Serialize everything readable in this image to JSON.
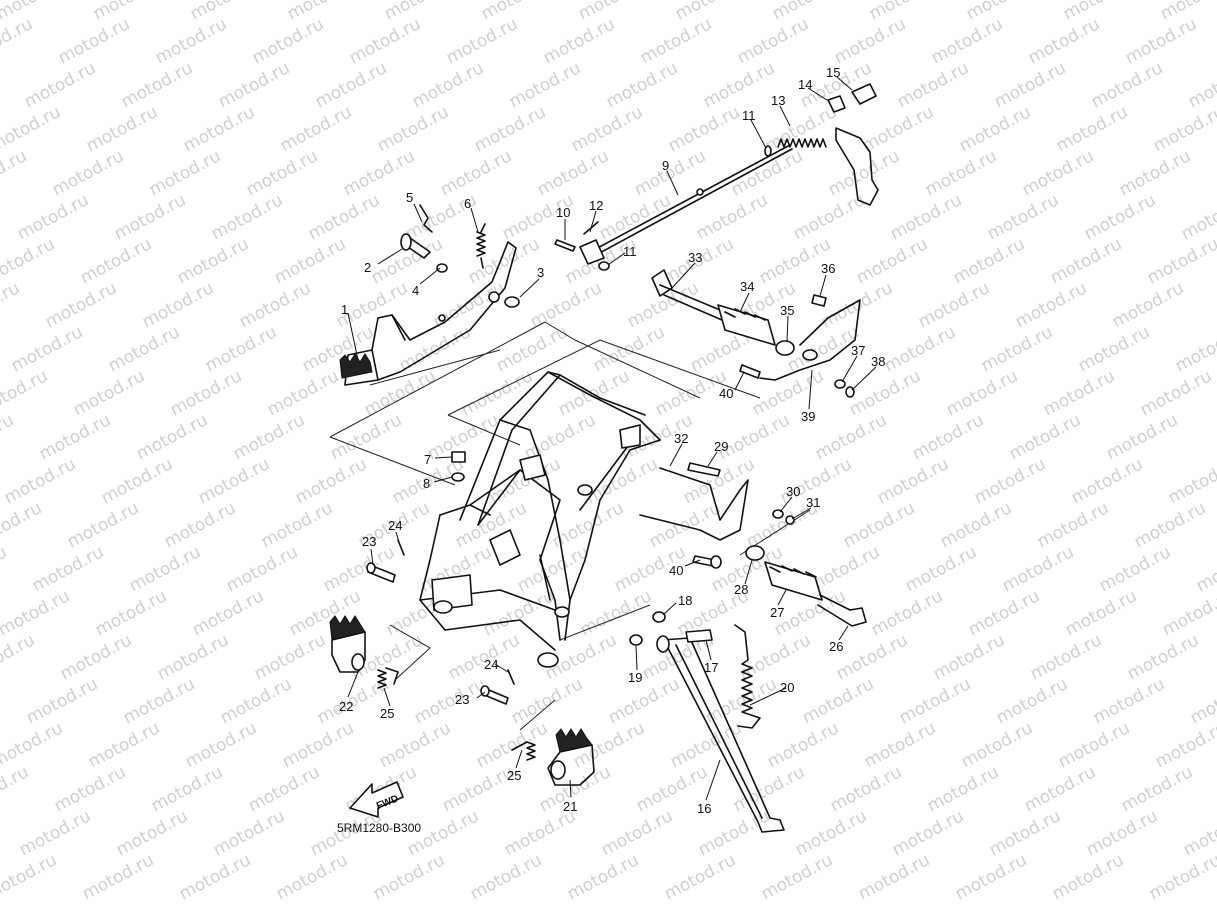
{
  "watermark": "motod.ru",
  "diagram_code": "5RM1280-B300",
  "fwd_label": "FWD",
  "callouts": [
    {
      "id": "p1",
      "label": "1"
    },
    {
      "id": "p2",
      "label": "2"
    },
    {
      "id": "p3",
      "label": "3"
    },
    {
      "id": "p4",
      "label": "4"
    },
    {
      "id": "p5",
      "label": "5"
    },
    {
      "id": "p6",
      "label": "6"
    },
    {
      "id": "p7",
      "label": "7"
    },
    {
      "id": "p8",
      "label": "8"
    },
    {
      "id": "p9",
      "label": "9"
    },
    {
      "id": "p10",
      "label": "10"
    },
    {
      "id": "p11a",
      "label": "11"
    },
    {
      "id": "p11b",
      "label": "11"
    },
    {
      "id": "p12",
      "label": "12"
    },
    {
      "id": "p13",
      "label": "13"
    },
    {
      "id": "p14",
      "label": "14"
    },
    {
      "id": "p15",
      "label": "15"
    },
    {
      "id": "p16",
      "label": "16"
    },
    {
      "id": "p17",
      "label": "17"
    },
    {
      "id": "p18",
      "label": "18"
    },
    {
      "id": "p19",
      "label": "19"
    },
    {
      "id": "p20",
      "label": "20"
    },
    {
      "id": "p21",
      "label": "21"
    },
    {
      "id": "p22",
      "label": "22"
    },
    {
      "id": "p23a",
      "label": "23"
    },
    {
      "id": "p23b",
      "label": "23"
    },
    {
      "id": "p24a",
      "label": "24"
    },
    {
      "id": "p24b",
      "label": "24"
    },
    {
      "id": "p25a",
      "label": "25"
    },
    {
      "id": "p25b",
      "label": "25"
    },
    {
      "id": "p26",
      "label": "26"
    },
    {
      "id": "p27",
      "label": "27"
    },
    {
      "id": "p28",
      "label": "28"
    },
    {
      "id": "p29",
      "label": "29"
    },
    {
      "id": "p30",
      "label": "30"
    },
    {
      "id": "p31",
      "label": "31"
    },
    {
      "id": "p32",
      "label": "32"
    },
    {
      "id": "p33",
      "label": "33"
    },
    {
      "id": "p34",
      "label": "34"
    },
    {
      "id": "p35",
      "label": "35"
    },
    {
      "id": "p36",
      "label": "36"
    },
    {
      "id": "p37",
      "label": "37"
    },
    {
      "id": "p38",
      "label": "38"
    },
    {
      "id": "p39",
      "label": "39"
    },
    {
      "id": "p40a",
      "label": "40"
    },
    {
      "id": "p40b",
      "label": "40"
    }
  ]
}
